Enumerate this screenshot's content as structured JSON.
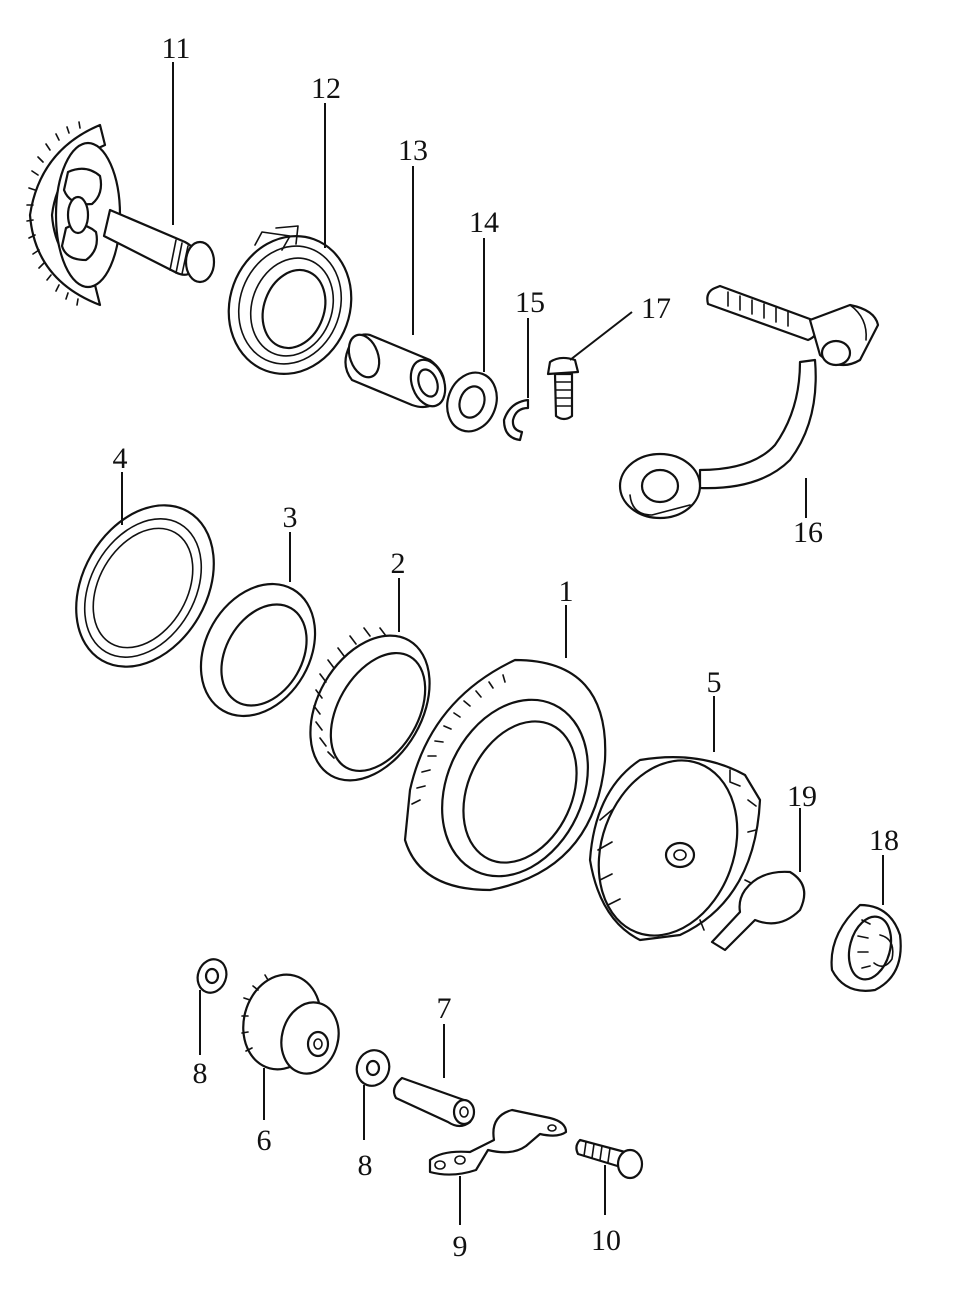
{
  "diagram": {
    "labels": {
      "p1": "1",
      "p2": "2",
      "p3": "3",
      "p4": "4",
      "p5": "5",
      "p6": "6",
      "p7": "7",
      "p8a": "8",
      "p8b": "8",
      "p9": "9",
      "p10": "10",
      "p11": "11",
      "p12": "12",
      "p13": "13",
      "p14": "14",
      "p15": "15",
      "p16": "16",
      "p17": "17",
      "p18": "18",
      "p19": "19"
    }
  }
}
